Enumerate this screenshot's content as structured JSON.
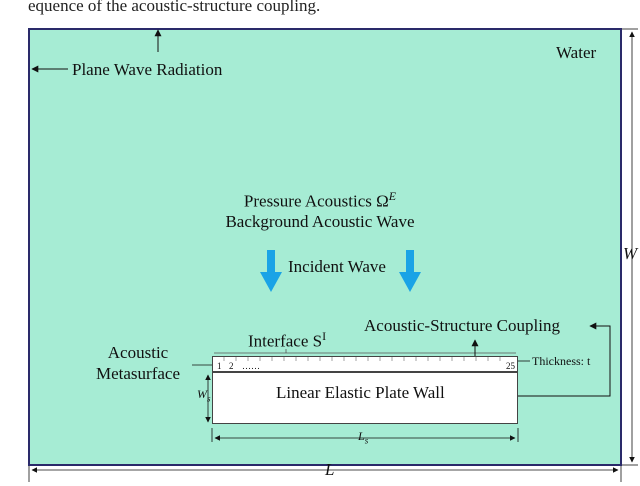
{
  "caption_fragment": "equence of the acoustic-structure coupling.",
  "labels": {
    "water": "Water",
    "plane_wave_radiation": "Plane Wave Radiation",
    "pressure_acoustics": "Pressure Acoustics Ω",
    "pressure_superscript": "E",
    "background_wave": "Background Acoustic Wave",
    "incident_wave": "Incident Wave",
    "interface": "Interface S",
    "interface_superscript": "I",
    "coupling": "Acoustic-Structure Coupling",
    "acoustic": "Acoustic",
    "metasurface": "Metasurface",
    "thickness": "Thickness: t",
    "plate_wall": "Linear Elastic Plate Wall",
    "dim_W": "W",
    "dim_L": "L",
    "dim_Ws": "W",
    "dim_Ws_sub": "s",
    "dim_Ls": "L",
    "dim_Ls_sub": "s",
    "cell_1": "1",
    "cell_2": "2",
    "cell_dots": "……",
    "cell_25": "25"
  },
  "colors": {
    "water_fill": "#a6ecd4",
    "border": "#2a2a6a",
    "incident_arrow": "#1aa3e6"
  }
}
